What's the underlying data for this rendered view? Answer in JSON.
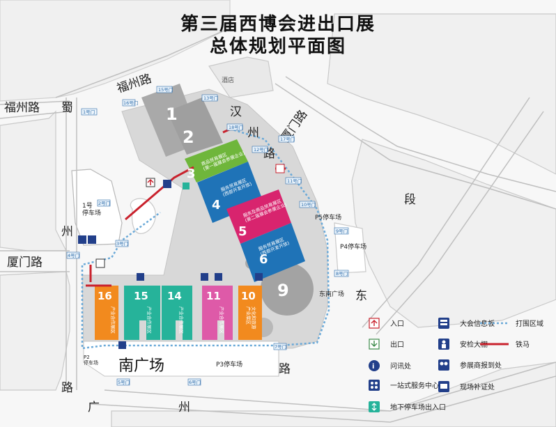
{
  "title": {
    "line1": "第三届西博会进出口展",
    "line2": "总体规划平面图"
  },
  "roads": {
    "fuzhou_top": "福州路",
    "fuzhou_left": "福州路",
    "shu_1": "蜀",
    "shu_2": "州",
    "han_1": "汉",
    "han_2": "州",
    "han_3": "路",
    "xiamen_right": "厦门路",
    "xiamen_left": "厦门路",
    "dong": "东",
    "duan": "段",
    "lu_bottom": "路",
    "lu_left": "路",
    "guang": "广",
    "zhou_bottom": "州"
  },
  "places": {
    "hotel": "酒店",
    "parking_1": "1号\n停车场",
    "south_plaza": "南广场",
    "se_plaza": "东南广场",
    "p3": "P3停车场",
    "p4": "P4停车场",
    "p5": "P5停车场",
    "p2": "P2\n停车场"
  },
  "gates": [
    "15号门",
    "16号门",
    "1号门",
    "13号门",
    "12号门",
    "11号门",
    "10号门",
    "9号门",
    "8号门",
    "2号门",
    "3号门",
    "4号门",
    "5号门",
    "6号门",
    "7号门",
    "17号门",
    "18号门"
  ],
  "halls": [
    {
      "num": "1",
      "label": ""
    },
    {
      "num": "2",
      "label": ""
    },
    {
      "num": "3",
      "label": "商品贸易展区\n(第一届展会参展企业)"
    },
    {
      "num": "4",
      "label": "服务贸易展区\n(西部开发开放)"
    },
    {
      "num": "5",
      "label": "服务及商品贸易展区\n(第二届展会参展企业)"
    },
    {
      "num": "6",
      "label": "服务贸易展区\n(西部开发开放)"
    },
    {
      "num": "9",
      "label": ""
    },
    {
      "num": "10",
      "label": "文化和旅游\n产业展区"
    },
    {
      "num": "11",
      "label": "产业合作展区"
    },
    {
      "num": "14",
      "label": "产业合作展区"
    },
    {
      "num": "15",
      "label": "产业合作展区"
    },
    {
      "num": "16",
      "label": "产业合作展区"
    }
  ],
  "legend": {
    "entrance": "入口",
    "exit": "出口",
    "info": "问讯处",
    "one_stop": "一站式服务中心",
    "underground": "地下停车场出入口",
    "info_board": "大会信息板",
    "security": "安检大棚",
    "exhibitor_checkin": "参展商报到处",
    "onsite_cert": "现场补证处",
    "fence": "打围区域",
    "horse": "铁马"
  },
  "colors": {
    "green": "#6fb63b",
    "blue": "#1f73b7",
    "magenta": "#d8246e",
    "teal": "#26b39a",
    "pink": "#de5aa8",
    "orange": "#f28a1e",
    "navy": "#223f8a",
    "red": "#c9212c"
  }
}
